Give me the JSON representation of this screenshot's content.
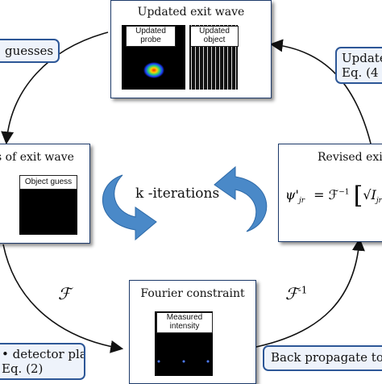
{
  "top_panel": {
    "title": "Updated exit wave",
    "left_label_line1": "Updated",
    "left_label_line2": "probe",
    "right_label_line1": "Updated",
    "right_label_line2": "object"
  },
  "left_panel": {
    "title": "s of exit wave",
    "object_label": "Object guess"
  },
  "right_panel": {
    "title": "Revised exit",
    "formula_lhs": "ψ'",
    "formula_sub": "jr",
    "formula_eq": "= ℱ",
    "formula_exp": "−1",
    "formula_inner": "√I",
    "formula_inner_sub": "jr"
  },
  "bottom_panel": {
    "title": "Fourier constraint",
    "label_line1": "Measured",
    "label_line2": "intensity"
  },
  "center": {
    "label": "k -iterations"
  },
  "callouts": {
    "top_left": "guesses",
    "top_right_line1": "Update",
    "top_right_line2": "Eq. (4",
    "bottom_left_line1": "detector plane",
    "bottom_left_line2": "Eq. (2)",
    "bottom_right": "Back propagate to rea"
  },
  "operators": {
    "forward": "ℱ",
    "inverse": "ℱ",
    "inverse_exp": "-1"
  },
  "colors": {
    "arrow_blue": "#4a89c8",
    "callout_border": "#2d5797",
    "callout_fill": "#eef3fb",
    "panel_border": "#1e3b6b"
  }
}
